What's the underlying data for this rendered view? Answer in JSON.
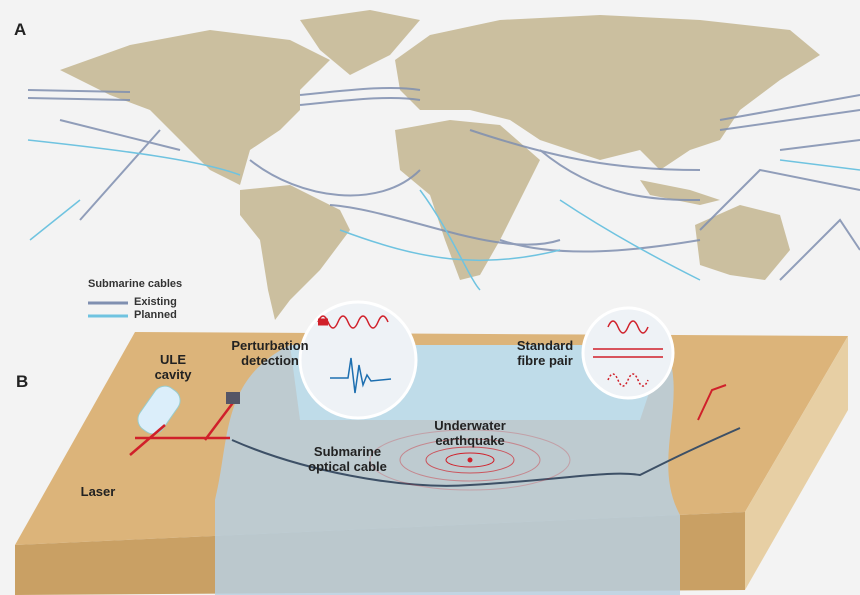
{
  "panels": {
    "a": "A",
    "b": "B"
  },
  "legend": {
    "title": "Submarine cables",
    "items": [
      {
        "label": "Existing",
        "color": "#7f8fb0"
      },
      {
        "label": "Planned",
        "color": "#6fc3e0"
      }
    ]
  },
  "labels": {
    "perturbation": "Perturbation detection",
    "ule": "ULE cavity",
    "standard": "Standard fibre pair",
    "earthquake": "Underwater earthquake",
    "cable": "Submarine optical cable",
    "laser": "Laser"
  },
  "colors": {
    "land": "#cbbf9f",
    "existing": "#7f8fb0",
    "planned": "#6fc3e0",
    "sand": "#dcb47a",
    "water": "#b8cfdf",
    "signal": "#d0202a"
  }
}
